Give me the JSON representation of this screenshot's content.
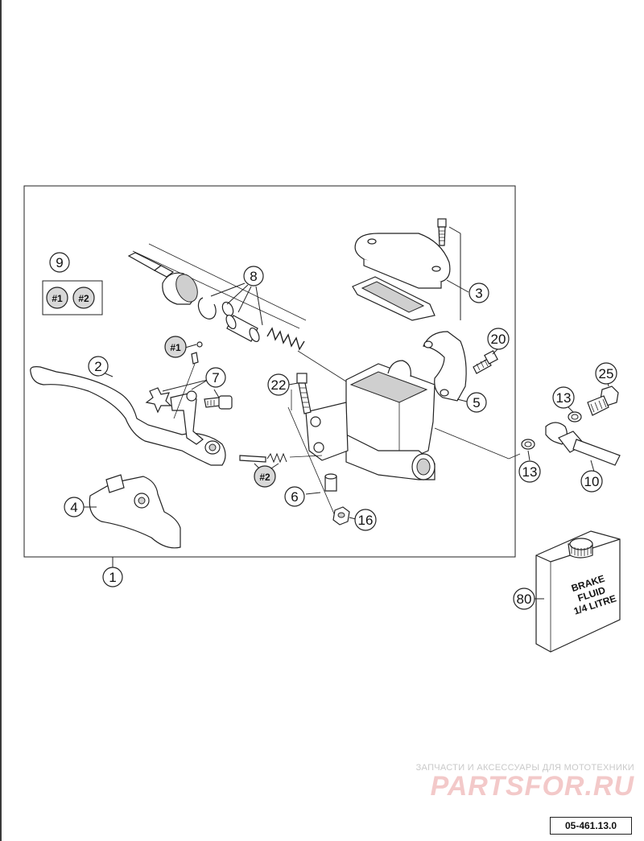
{
  "callouts": {
    "c1": "1",
    "c2": "2",
    "c3": "3",
    "c4": "4",
    "c5": "5",
    "c6": "6",
    "c7": "7",
    "c8": "8",
    "c9": "9",
    "c10": "10",
    "c13a": "13",
    "c13b": "13",
    "c16": "16",
    "c20": "20",
    "c22": "22",
    "c25": "25",
    "c80": "80"
  },
  "tags": {
    "kit1": "#1",
    "kit2": "#2",
    "lever_tag": "#1",
    "pin_tag": "#2"
  },
  "fluid_label": [
    "BRAKE",
    "FLUID",
    "1/4 LITRE"
  ],
  "watermark": {
    "caption": "ЗАПЧАСТИ И АКСЕССУАРЫ ДЛЯ МОТОТЕХНИКИ",
    "brand": "PARTSFOR.RU"
  },
  "reference_code": "05-461.13.0",
  "colors": {
    "line": "#222222",
    "watermark_text": "#c9c9c9",
    "watermark_brand": "#f3c9c9",
    "shade": "#cfcfcf"
  }
}
